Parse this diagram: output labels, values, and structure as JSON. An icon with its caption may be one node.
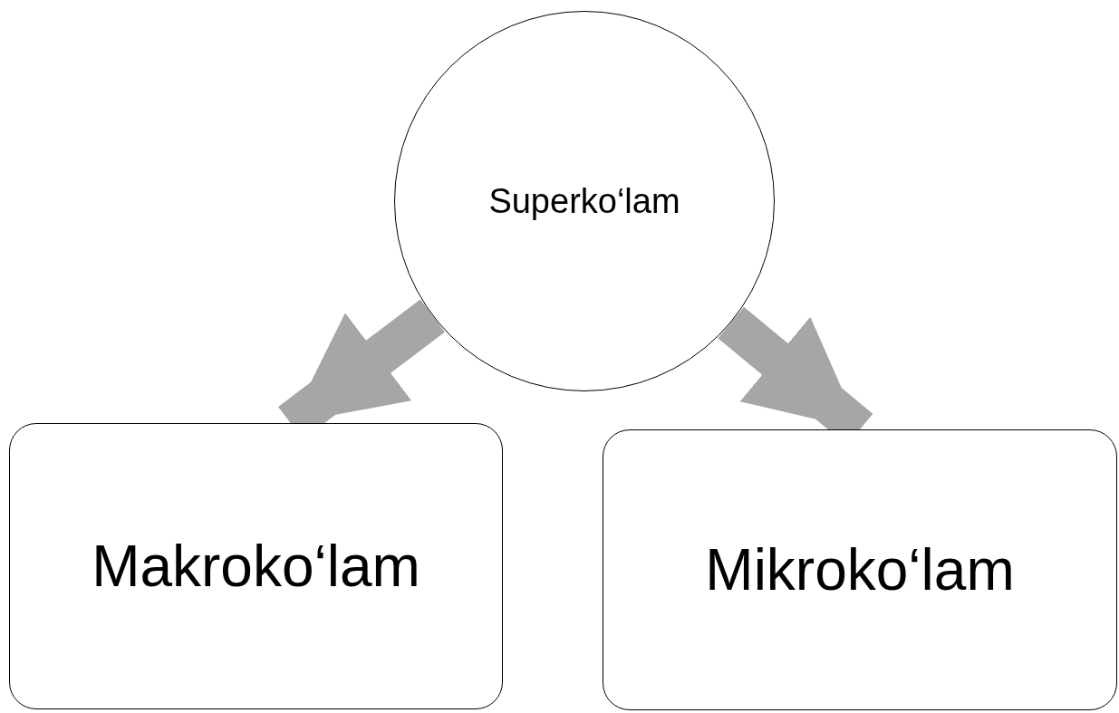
{
  "diagram": {
    "nodes": [
      {
        "text": [
          "Superko‘lam"
        ]
      },
      {
        "text": [
          "Makroko‘lam"
        ]
      },
      {
        "text": [
          "Mikroko‘lam"
        ]
      }
    ],
    "edges": [
      {
        "from": 0,
        "to": 1,
        "arrow": "to"
      },
      {
        "from": 0,
        "to": 2,
        "arrow": "to"
      }
    ]
  }
}
